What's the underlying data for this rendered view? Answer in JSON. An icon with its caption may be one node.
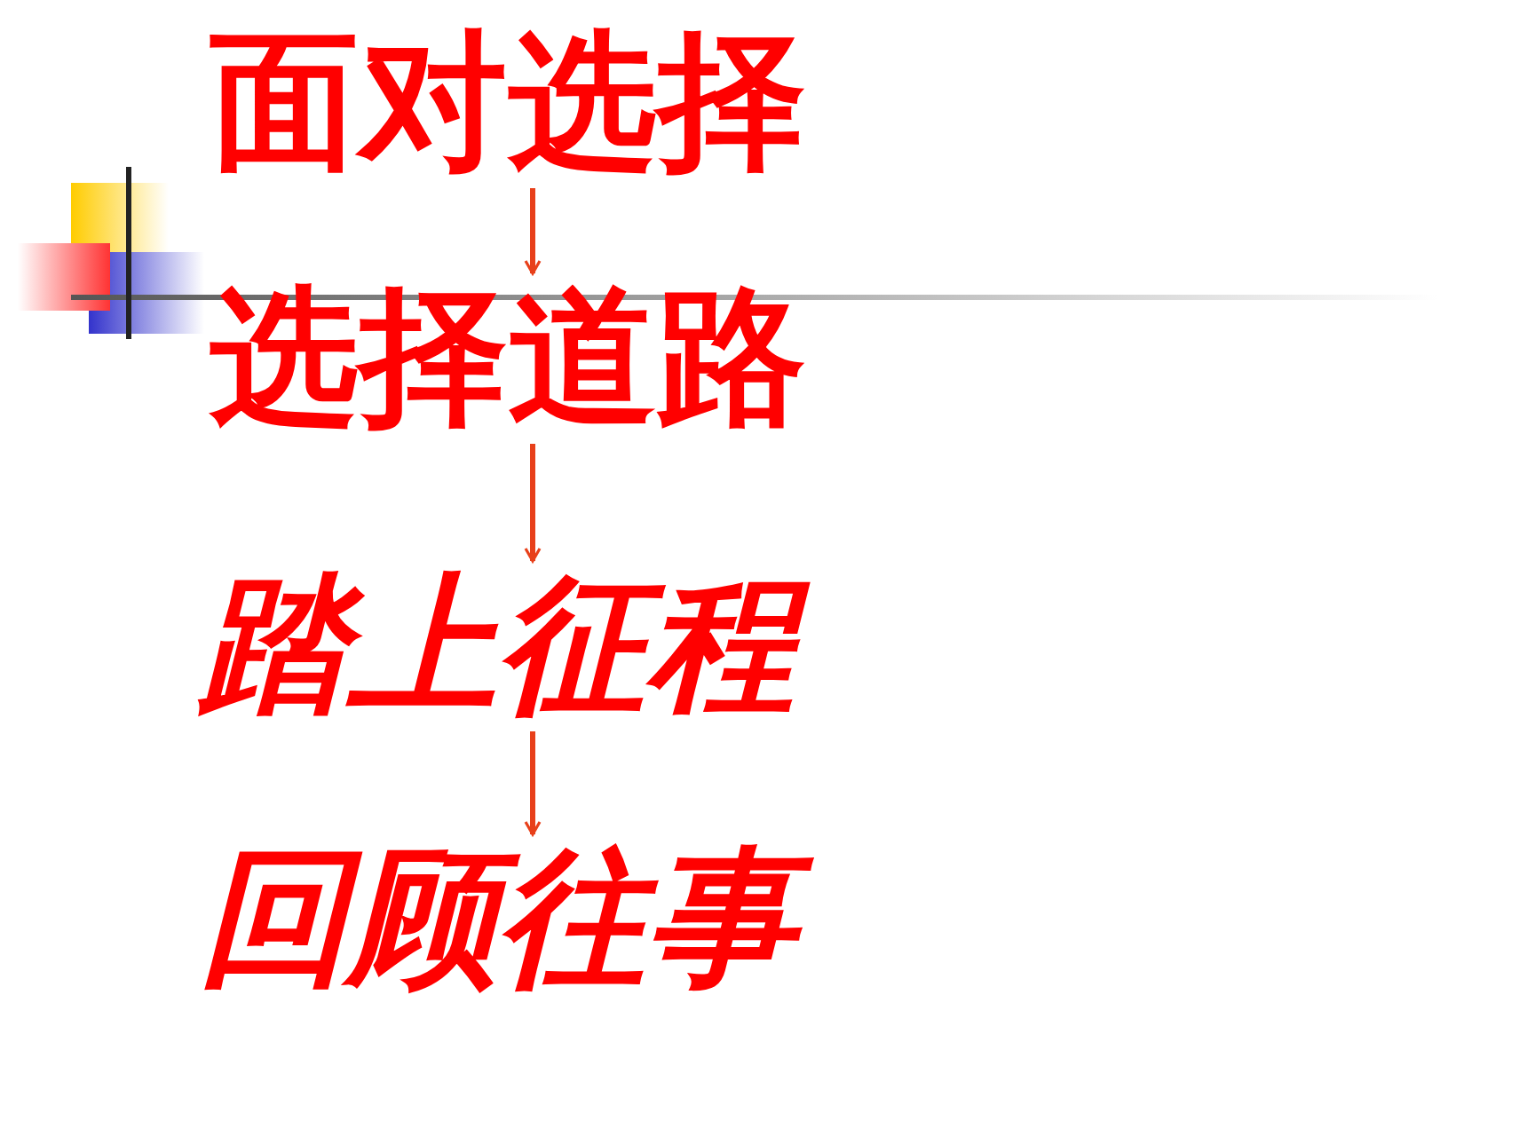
{
  "diagram": {
    "nodes": [
      {
        "text": [
          "面对选择"
        ]
      },
      {
        "text": [
          "选择道路"
        ]
      },
      {
        "text": [
          "踏上征程"
        ]
      },
      {
        "text": [
          "回顾往事"
        ]
      }
    ],
    "edges": [
      {
        "from": 0,
        "to": 1,
        "arrow": "to"
      },
      {
        "from": 1,
        "to": 2,
        "arrow": "to"
      },
      {
        "from": 2,
        "to": 3,
        "arrow": "to"
      }
    ]
  }
}
